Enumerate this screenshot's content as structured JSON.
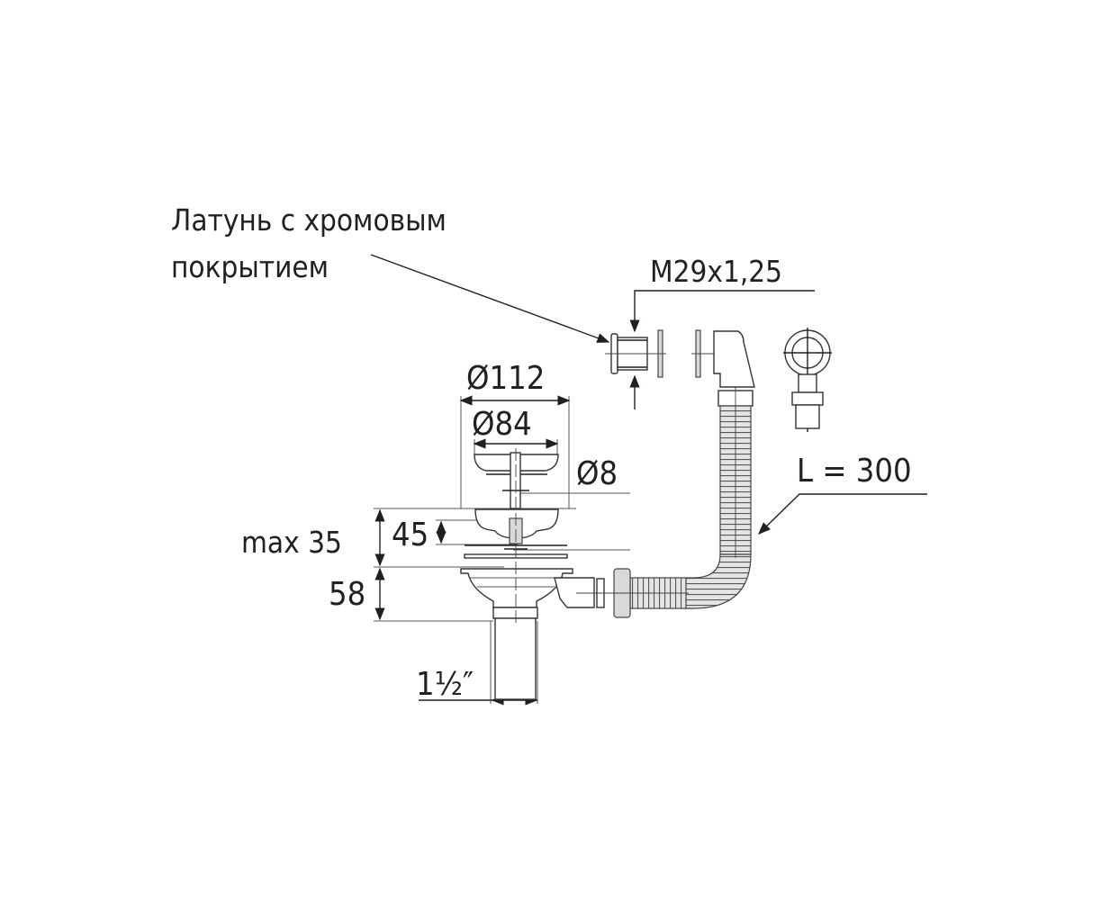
{
  "labels": {
    "material_line1": "Латунь с хромовым",
    "material_line2": "покрытием",
    "thread": "M29x1,25",
    "diameter_outer": "Ø112",
    "diameter_inner": "Ø84",
    "diameter_rod": "Ø8",
    "max_thickness": "max 35",
    "stroke_45": "45",
    "height_58": "58",
    "outlet_size": "1½″",
    "hose_length": "L = 300"
  },
  "colors": {
    "line": "#231f20",
    "hatch": "#d9d9d9"
  }
}
